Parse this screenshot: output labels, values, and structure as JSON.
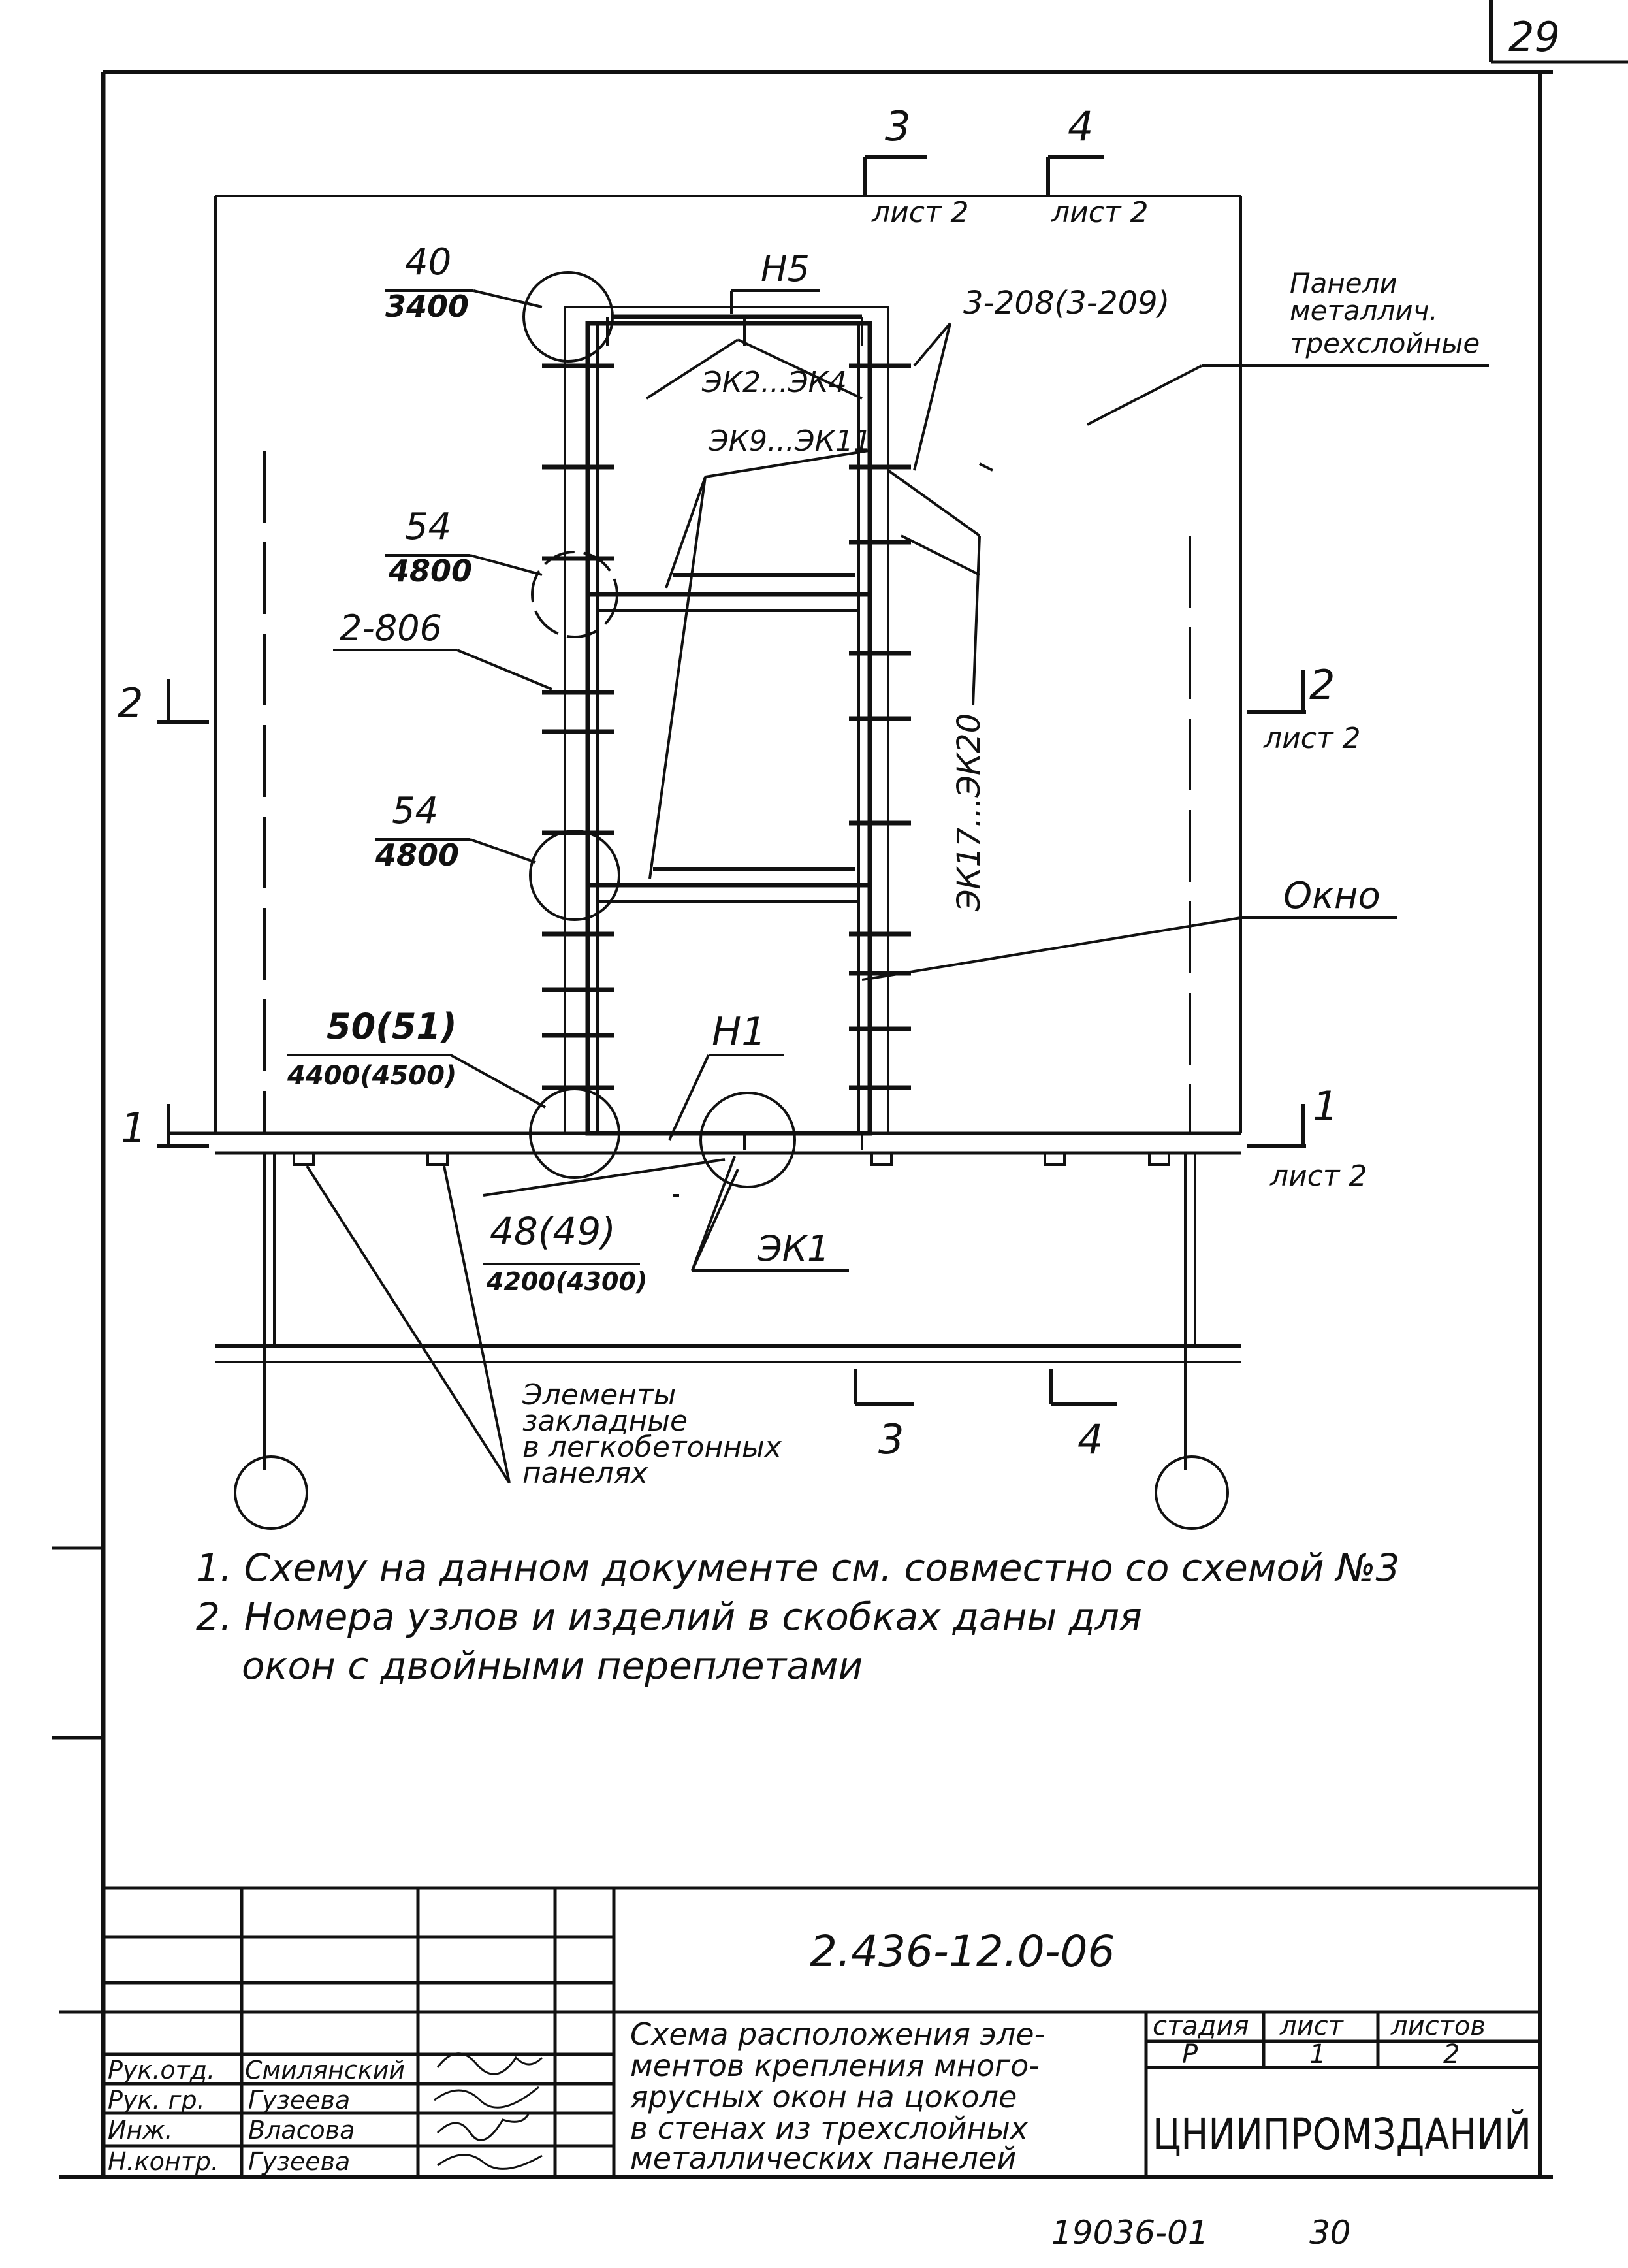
{
  "sheet_number": "29",
  "sections": {
    "s3_top": "3",
    "s4_top": "4",
    "s3_top_ref": "лист 2",
    "s4_top_ref": "лист 2",
    "s3_bottom": "3",
    "s4_bottom": "4",
    "s2_left": "2",
    "s1_left": "1",
    "s2_right": "2",
    "s2_right_ref": "лист 2",
    "s1_right": "1",
    "s1_right_ref": "лист 2"
  },
  "labels": {
    "h5": "Н5",
    "h1": "Н1",
    "ek2_4": "ЭК2...ЭК4",
    "ek9_11": "ЭК9...ЭК11",
    "ek17_20": "ЭК17...ЭК20",
    "ek1": "ЭК1",
    "item_3_208": "3-208(3-209)",
    "item_2_806": "2-806",
    "panels_l1": "Панели",
    "panels_l2": "металлич.",
    "panels_l3": "трехслойные",
    "window": "Окно",
    "embedded_l1": "Элементы",
    "embedded_l2": "закладные",
    "embedded_l3": "в легкобетонных",
    "embedded_l4": "панелях"
  },
  "nodes": [
    {
      "num": "40",
      "den": "3400"
    },
    {
      "num": "54",
      "den": "4800"
    },
    {
      "num": "54",
      "den": "4800"
    },
    {
      "num": "50(51)",
      "den": "4400(4500)"
    },
    {
      "num": "48(49)",
      "den": "4200(4300)"
    }
  ],
  "notes": [
    "1. Схему на данном документе см. совместно со схемой №3",
    "2. Номера узлов и изделий в скобках даны для",
    "окон с двойными переплетами"
  ],
  "title_block": {
    "doc_code": "2.436-12.0-06",
    "title_lines": [
      "Схема расположения эле-",
      "ментов крепления много-",
      "ярусных окон на цоколе",
      "в стенах из трехслойных",
      "металлических панелей"
    ],
    "stage_header": "стадия",
    "sheet_header": "лист",
    "sheets_header": "листов",
    "stage": "Р",
    "sheet": "1",
    "sheets": "2",
    "org": "ЦНИИПРОМЗДАНИЙ",
    "roles": [
      "Рук.отд.",
      "Рук. гр.",
      "Инж.",
      "Н.контр."
    ],
    "names": [
      "Смилянский",
      "Гузеева",
      "Власова",
      "Гузеева"
    ]
  },
  "footer": {
    "inventory": "19036-01",
    "page": "30"
  }
}
